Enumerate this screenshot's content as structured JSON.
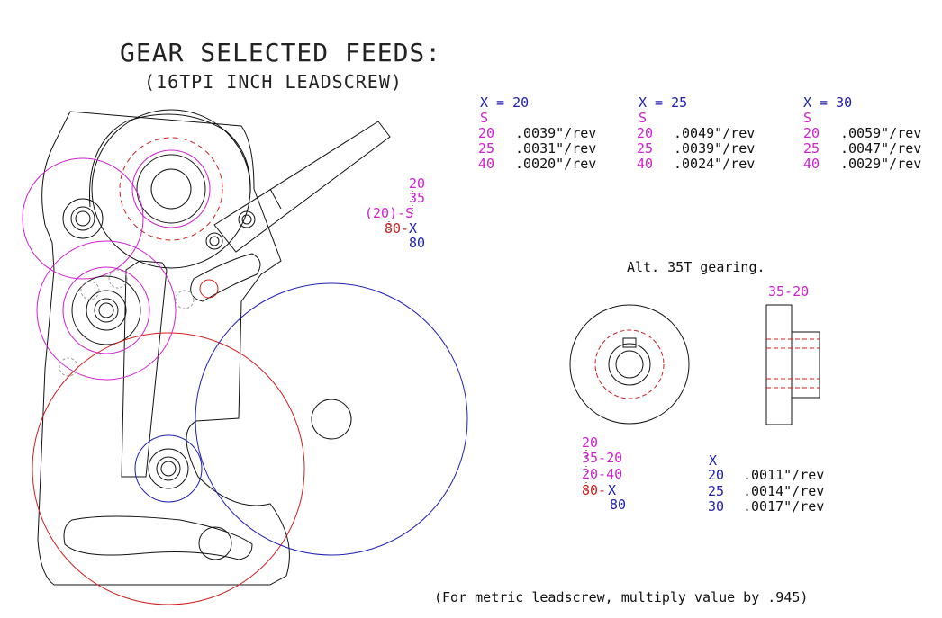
{
  "title": "GEAR SELECTED FEEDS:",
  "subtitle": "(16TPI INCH LEADSCREW)",
  "colors": {
    "magenta": "#d020d0",
    "blue": "#2020b0",
    "red": "#d02020",
    "black": "#111111"
  },
  "feed_tables": [
    {
      "header": "X = 20",
      "s_label": "S",
      "rows": [
        {
          "s": "20",
          "feed": ".0039\"/rev"
        },
        {
          "s": "25",
          "feed": ".0031\"/rev"
        },
        {
          "s": "40",
          "feed": ".0020\"/rev"
        }
      ]
    },
    {
      "header": "X = 25",
      "s_label": "S",
      "rows": [
        {
          "s": "20",
          "feed": ".0049\"/rev"
        },
        {
          "s": "25",
          "feed": ".0039\"/rev"
        },
        {
          "s": "40",
          "feed": ".0024\"/rev"
        }
      ]
    },
    {
      "header": "X = 30",
      "s_label": "S",
      "rows": [
        {
          "s": "20",
          "feed": ".0059\"/rev"
        },
        {
          "s": "25",
          "feed": ".0047\"/rev"
        },
        {
          "s": "40",
          "feed": ".0029\"/rev"
        }
      ]
    }
  ],
  "train_main": {
    "line1": "20",
    "line2": "35",
    "line3": "(20)-S",
    "line4_red": "80-",
    "line4_blue": "X",
    "line5": "80"
  },
  "alt": {
    "label": "Alt. 35T gearing.",
    "side_label": "35-20",
    "train": {
      "line1": "20",
      "line2": "35-20",
      "line3": "20-40",
      "line4_red": "80-",
      "line4_blue": "X",
      "line5": "80"
    },
    "table_header": "X",
    "rows": [
      {
        "x": "20",
        "feed": ".0011\"/rev"
      },
      {
        "x": "25",
        "feed": ".0014\"/rev"
      },
      {
        "x": "30",
        "feed": ".0017\"/rev"
      }
    ]
  },
  "footnote": "(For metric leadscrew, multiply value by .945)"
}
